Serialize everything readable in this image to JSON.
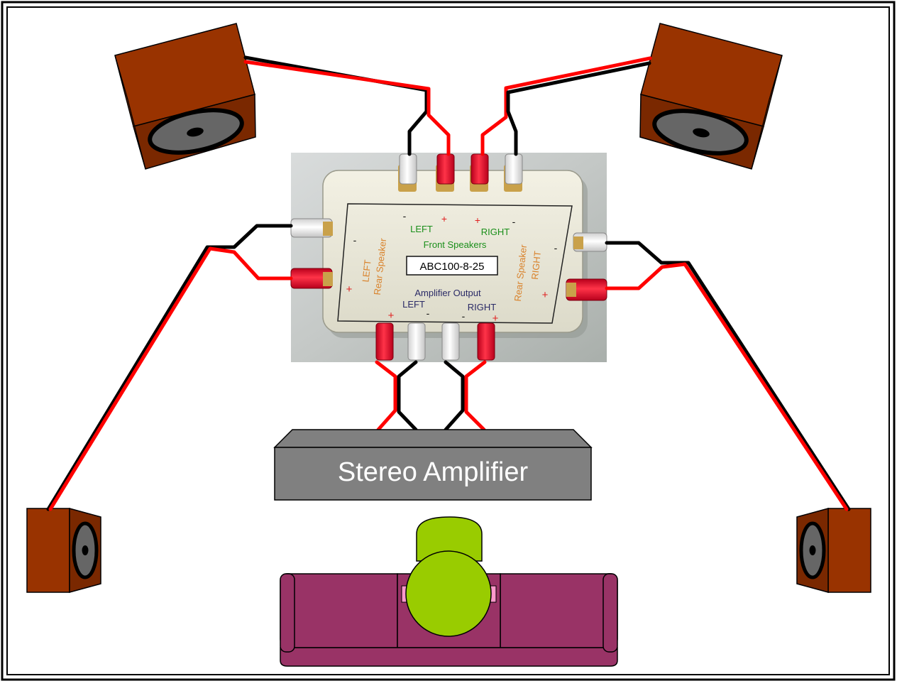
{
  "amplifier": {
    "label": "Stereo Amplifier"
  },
  "switch_box": {
    "model": "ABC100-8-25",
    "front_section": "Front Speakers",
    "front_left": "LEFT",
    "front_right": "RIGHT",
    "rear_left_line1": "LEFT",
    "rear_left_line2": "Rear Speaker",
    "rear_right_line1": "Rear Speaker",
    "rear_right_line2": "RIGHT",
    "amp_section": "Amplifier Output",
    "amp_left": "LEFT",
    "amp_right": "RIGHT",
    "plus": "+",
    "minus": "-"
  },
  "colors": {
    "speaker_wood": "#993300",
    "speaker_wood_dark": "#7a2800",
    "wire_positive": "#ff0000",
    "wire_negative": "#000000",
    "amplifier_body": "#808080",
    "sofa": "#993366",
    "listener": "#99cc00",
    "front_label_green": "#1a8f1a",
    "rear_label_orange": "#d9822b",
    "terminal_plus_red": "#e02020",
    "amp_label_navy": "#2a2a66"
  },
  "icons": {
    "speaker": "speaker-box-icon",
    "listener": "person-top-view-icon",
    "sofa": "sofa-icon"
  }
}
